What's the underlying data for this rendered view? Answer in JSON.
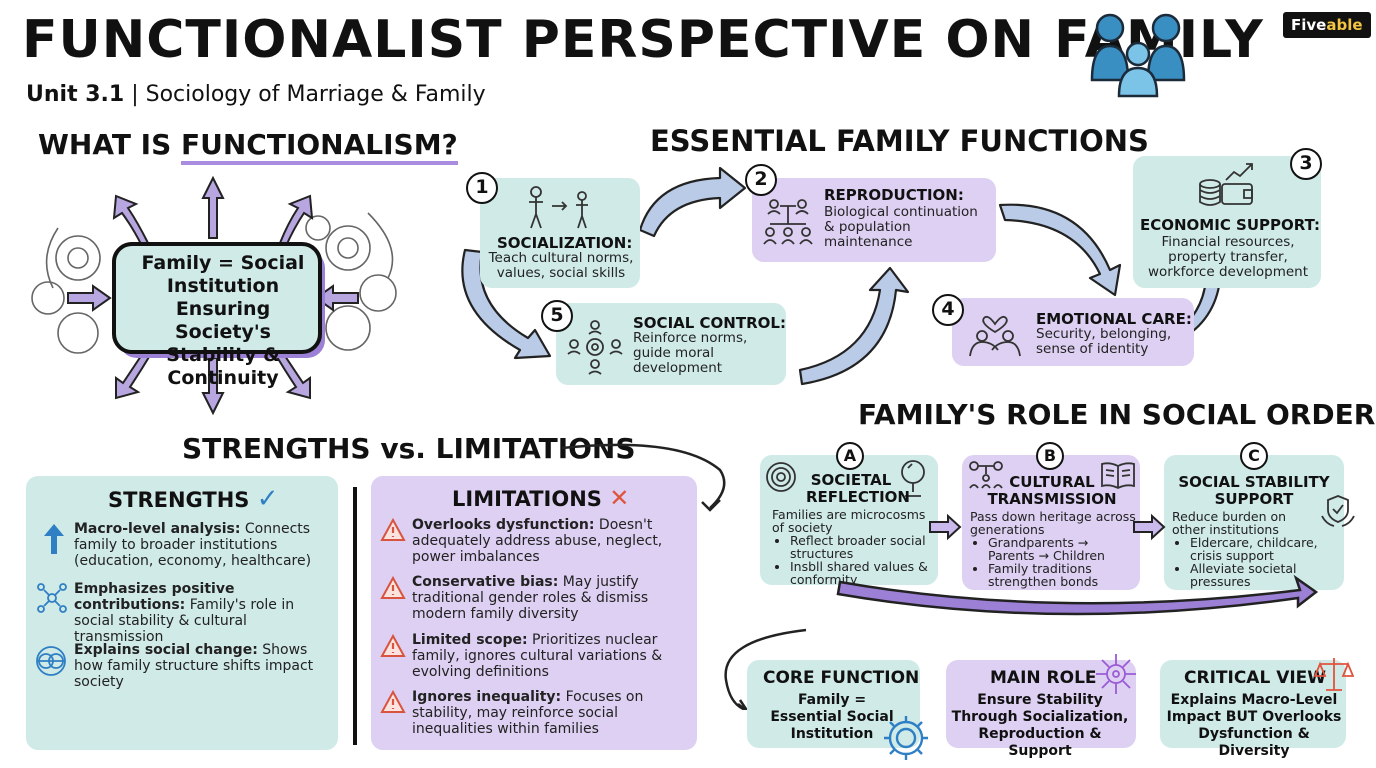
{
  "header": {
    "title": "FUNCTIONALIST PERSPECTIVE ON FAMILY",
    "unit": "Unit 3.1",
    "subtitle": "| Sociology of Marriage & Family",
    "brand_a": "Five",
    "brand_b": "able",
    "family_icon": "family-group-icon"
  },
  "what_is": {
    "heading_a": "WHAT IS ",
    "heading_b": "FUNCTIONALISM?",
    "center_text": "Family = Social Institution Ensuring Society's Stability & Continuity"
  },
  "functions": {
    "heading": "ESSENTIAL FAMILY FUNCTIONS",
    "items": [
      {
        "num": "1",
        "title": "SOCIALIZATION:",
        "text": "Teach cultural norms, values, social skills"
      },
      {
        "num": "2",
        "title": "REPRODUCTION:",
        "text": "Biological continuation & population maintenance"
      },
      {
        "num": "3",
        "title": "ECONOMIC SUPPORT:",
        "text": "Financial resources, property transfer, workforce development"
      },
      {
        "num": "4",
        "title": "EMOTIONAL CARE:",
        "text": "Security, belonging, sense of identity"
      },
      {
        "num": "5",
        "title": "SOCIAL CONTROL:",
        "text": "Reinforce norms, guide moral development"
      }
    ]
  },
  "sl": {
    "heading": "STRENGTHS vs. LIMITATIONS",
    "strengths_title": "STRENGTHS",
    "strengths_mark": "✓",
    "strengths": [
      {
        "bold": "Macro-level analysis:",
        "text": " Connects family to broader institutions (education, economy, healthcare)"
      },
      {
        "bold": "Emphasizes positive contributions:",
        "text": " Family's role in social stability & cultural transmission"
      },
      {
        "bold": "Explains social change:",
        "text": " Shows how family structure shifts impact society"
      }
    ],
    "limitations_title": "LIMITATIONS",
    "limitations_mark": "✕",
    "limitations": [
      {
        "bold": "Overlooks dysfunction:",
        "text": " Doesn't adequately address abuse, neglect, power imbalances"
      },
      {
        "bold": "Conservative bias:",
        "text": " May justify traditional gender roles & dismiss modern family diversity"
      },
      {
        "bold": "Limited scope:",
        "text": " Prioritizes nuclear family, ignores cultural variations & evolving definitions"
      },
      {
        "bold": "Ignores inequality:",
        "text": " Focuses on stability, may reinforce social inequalities within families"
      }
    ]
  },
  "order": {
    "heading": "FAMILY'S ROLE IN SOCIAL ORDER",
    "items": [
      {
        "letter": "A",
        "title": "SOCIETAL REFLECTION",
        "text": "Families are microcosms of society",
        "bullets": [
          "Reflect broader social structures",
          "Insbll shared values & conformity"
        ]
      },
      {
        "letter": "B",
        "title": "CULTURAL TRANSMISSION",
        "text": "Pass down heritage across generations",
        "bullets": [
          "Grandparents → Parents → Children",
          "Family traditions strengthen bonds"
        ]
      },
      {
        "letter": "C",
        "title": "SOCIAL STABILITY SUPPORT",
        "text": "Reduce burden on other institutions",
        "bullets": [
          "Eldercare, childcare, crisis support",
          "Alleviate societal pressures"
        ]
      }
    ]
  },
  "summary": [
    {
      "title": "CORE FUNCTION",
      "text": "Family = Essential Social Institution"
    },
    {
      "title": "MAIN ROLE",
      "text": "Ensure Stability Through Socialization, Reproduction & Support"
    },
    {
      "title": "CRITICAL VIEW",
      "text": "Explains Macro-Level Impact BUT Overlooks Dysfunction & Diversity"
    }
  ]
}
